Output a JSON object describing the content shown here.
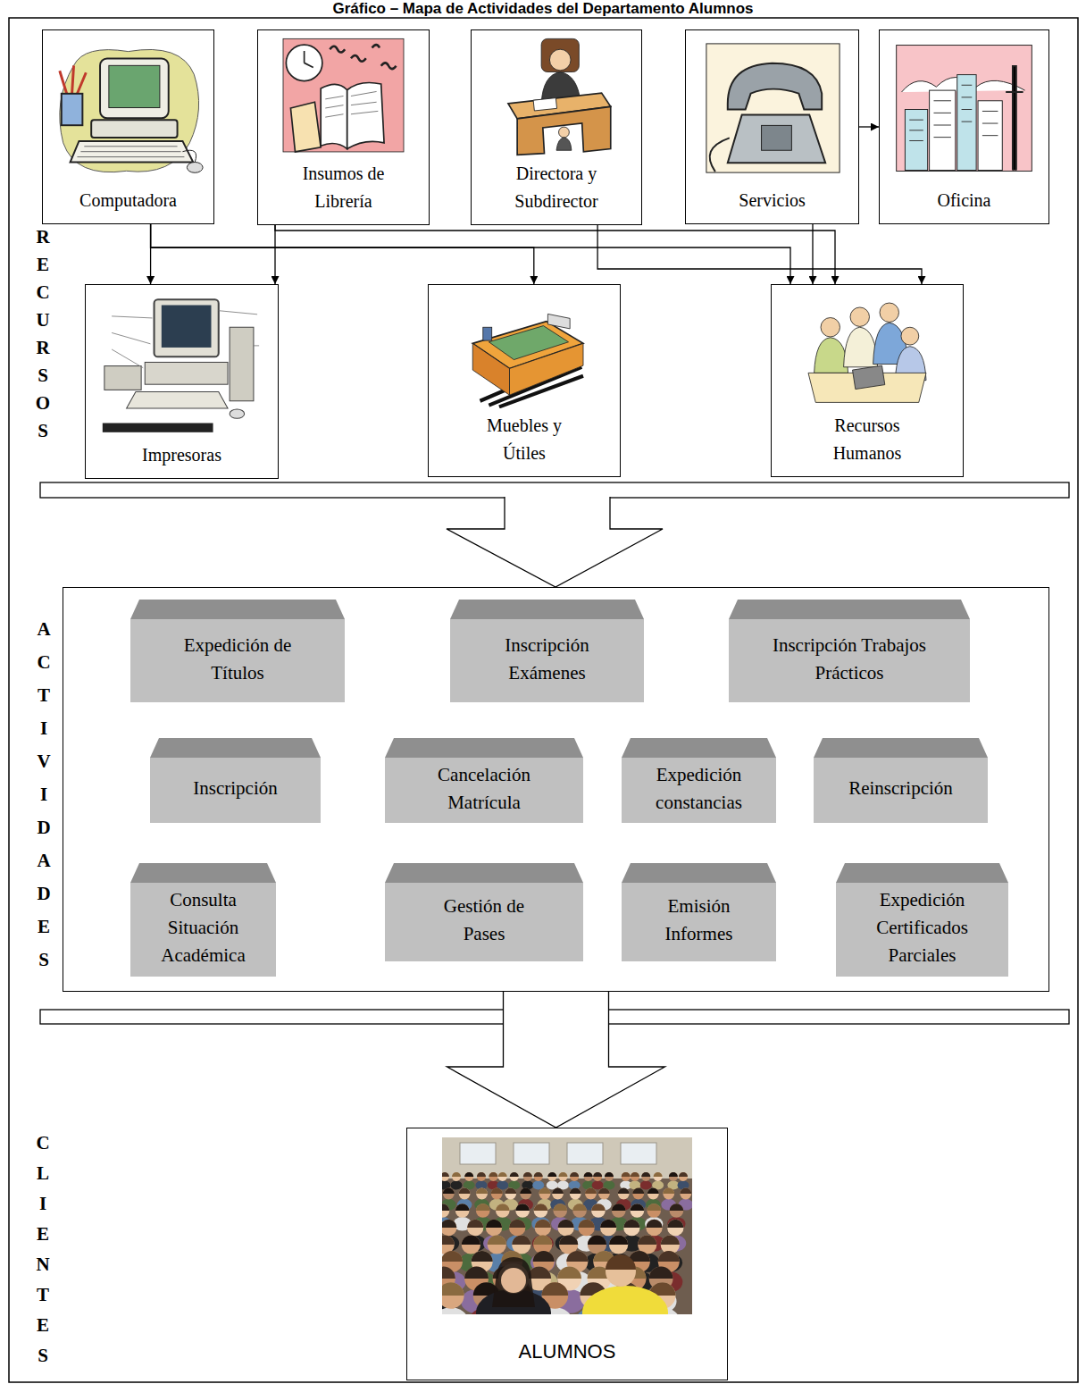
{
  "diagram": {
    "title": "Gráfico – Mapa de Actividades del Departamento Alumnos",
    "nodes": [
      {
        "text": [
          "Computadora"
        ]
      },
      {
        "text": [
          "Insumos de Librería"
        ]
      },
      {
        "text": [
          "Directora y Subdirector"
        ]
      },
      {
        "text": [
          "Servicios"
        ]
      },
      {
        "text": [
          "Oficina"
        ]
      },
      {
        "text": [
          "Impresoras"
        ]
      },
      {
        "text": [
          "Muebles y Útiles"
        ]
      },
      {
        "text": [
          "Recursos Humanos"
        ]
      },
      {
        "text": [
          "ACTIVIDADES"
        ]
      },
      {
        "text": [
          "Expedición de Títulos"
        ],
        "in": 8
      },
      {
        "text": [
          "Inscripción Exámenes"
        ],
        "in": 8
      },
      {
        "text": [
          "Inscripción Trabajos Prácticos"
        ],
        "in": 8
      },
      {
        "text": [
          "Inscripción"
        ],
        "in": 8
      },
      {
        "text": [
          "Cancelación Matrícula"
        ],
        "in": 8
      },
      {
        "text": [
          "Expedición constancias"
        ],
        "in": 8
      },
      {
        "text": [
          "Reinscripción"
        ],
        "in": 8
      },
      {
        "text": [
          "Consulta Situación Académica"
        ],
        "in": 8
      },
      {
        "text": [
          "Gestión de Pases"
        ],
        "in": 8
      },
      {
        "text": [
          "Emisión Informes"
        ],
        "in": 8
      },
      {
        "text": [
          "Expedición Certificados Parciales"
        ],
        "in": 8
      },
      {
        "text": [
          "ALUMNOS"
        ]
      }
    ],
    "edges": [
      {
        "from": 0,
        "to": 5,
        "arrow": "to"
      },
      {
        "from": 1,
        "to": 5,
        "arrow": "to"
      },
      {
        "from": 0,
        "to": 6,
        "arrow": "to"
      },
      {
        "from": 0,
        "to": 7,
        "arrow": "to"
      },
      {
        "from": 1,
        "to": 7,
        "arrow": "to"
      },
      {
        "from": 2,
        "to": 7,
        "arrow": "to"
      },
      {
        "from": 3,
        "to": 7,
        "arrow": "to"
      },
      {
        "from": 3,
        "to": 4,
        "arrow": "to"
      },
      {
        "from": 8,
        "to": 20,
        "arrow": "to"
      }
    ],
    "labels": [
      "RECURSOS",
      "CLIENTES"
    ]
  }
}
